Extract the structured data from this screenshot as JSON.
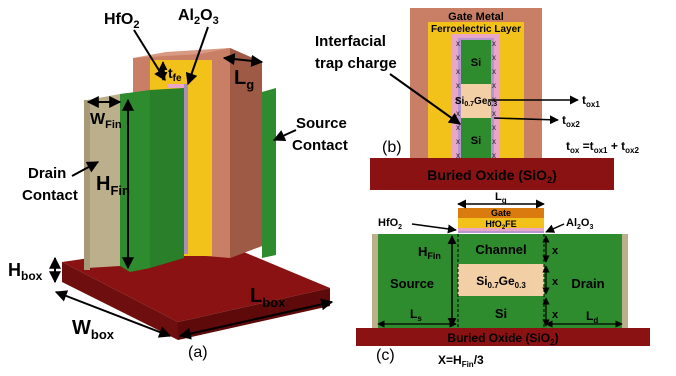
{
  "panel_a": {
    "hfo2": "HfO",
    "hfo2_sub": "2",
    "al2o3_a": "Al",
    "al2o3_sub1": "2",
    "al2o3_b": "O",
    "al2o3_sub2": "3",
    "tfe": "t",
    "tfe_sub": "fe",
    "lg": "L",
    "lg_sub": "g",
    "wfin": "W",
    "wfin_sub": "Fin",
    "hfin": "H",
    "hfin_sub": "Fin",
    "hbox": "H",
    "hbox_sub": "box",
    "wbox": "W",
    "wbox_sub": "box",
    "lbox": "L",
    "lbox_sub": "box",
    "drain_line1": "Drain",
    "drain_line2": "Contact",
    "source_line1": "Source",
    "source_line2": "Contact",
    "caption": "(a)"
  },
  "panel_b": {
    "gate_metal": "Gate Metal",
    "fe_layer": "Ferroelectric Layer",
    "interfacial_line1": "Interfacial",
    "interfacial_line2": "trap charge",
    "si_top": "Si",
    "sige_a": "Si",
    "sige_sub1": "0.7",
    "sige_b": "Ge",
    "sige_sub2": "0.3",
    "si_bottom": "Si",
    "tox1": "t",
    "tox1_sub": "ox1",
    "tox2": "t",
    "tox2_sub": "ox2",
    "eq_a": "t",
    "eq_a_sub": "ox",
    "eq_b": " =t",
    "eq_b_sub": "ox1",
    "eq_c": " + t",
    "eq_c_sub": "ox2",
    "buried_a": "Buried Oxide (SiO",
    "buried_sub": "2",
    "buried_b": ")",
    "caption": "(b)"
  },
  "panel_c": {
    "lg": "L",
    "lg_sub": "g",
    "gate": "Gate",
    "hfo2fe_a": "HfO",
    "hfo2fe_sub": "2",
    "hfo2fe_b": "FE",
    "hfo2_a": "HfO",
    "hfo2_sub": "2",
    "al2o3_a": "Al",
    "al2o3_sub1": "2",
    "al2o3_b": "O",
    "al2o3_sub2": "3",
    "hfin": "H",
    "hfin_sub": "Fin",
    "channel": "Channel",
    "source": "Source",
    "drain": "Drain",
    "sige_a": "Si",
    "sige_sub1": "0.7",
    "sige_b": "Ge",
    "sige_sub2": "0.3",
    "si": "Si",
    "ls": "L",
    "ls_sub": "s",
    "ld": "L",
    "ld_sub": "d",
    "x_mark": "x",
    "buried_a": "Buried Oxide (SiO",
    "buried_sub": "2",
    "buried_b": ")",
    "formula_a": "X=H",
    "formula_sub": "Fin",
    "formula_b": "/3",
    "caption": "(c)"
  },
  "colors": {
    "fin_green": "#2e8b2e",
    "fin_dark": "#1f6b1f",
    "gate_brown": "#c97f66",
    "gate_dark": "#9e5a45",
    "ferro_yellow": "#f2c21a",
    "box_red": "#8a1212",
    "box_dark": "#5e0a0a",
    "contact_tan": "#bcb08c",
    "sige_tan": "#f2cfa5",
    "hfo2_pink": "#e9a6c8",
    "gate_orange": "#d97b0e"
  }
}
